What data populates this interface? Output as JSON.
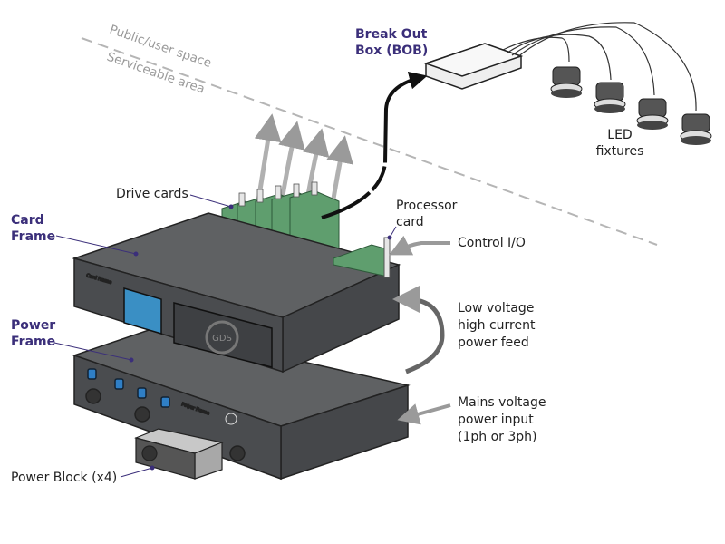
{
  "zones": {
    "public": "Public/user space",
    "serviceable": "Serviceable area"
  },
  "labels": {
    "bob": [
      "Break Out",
      "Box (BOB)"
    ],
    "led": [
      "LED",
      "fixtures"
    ],
    "drive_cards": "Drive cards",
    "card_frame": [
      "Card",
      "Frame"
    ],
    "processor_card": [
      "Processor",
      "card"
    ],
    "control_io": "Control I/O",
    "low_voltage": [
      "Low voltage",
      "high current",
      "power feed"
    ],
    "power_frame": [
      "Power",
      "Frame"
    ],
    "mains": [
      "Mains voltage",
      "power input",
      "(1ph or 3ph)"
    ],
    "power_block": "Power Block (x4)"
  },
  "device_text": {
    "card_frame": "Card Frame",
    "power_frame": "Power Frame",
    "logo": "GDS"
  },
  "colors": {
    "highlight": "#3b2f7a",
    "chassis": "#5a5c5e",
    "card": "#5f9e6e",
    "screen": "#3a8fc4",
    "knob": "#2f7fc6",
    "arrow": "#9a9a9a"
  }
}
